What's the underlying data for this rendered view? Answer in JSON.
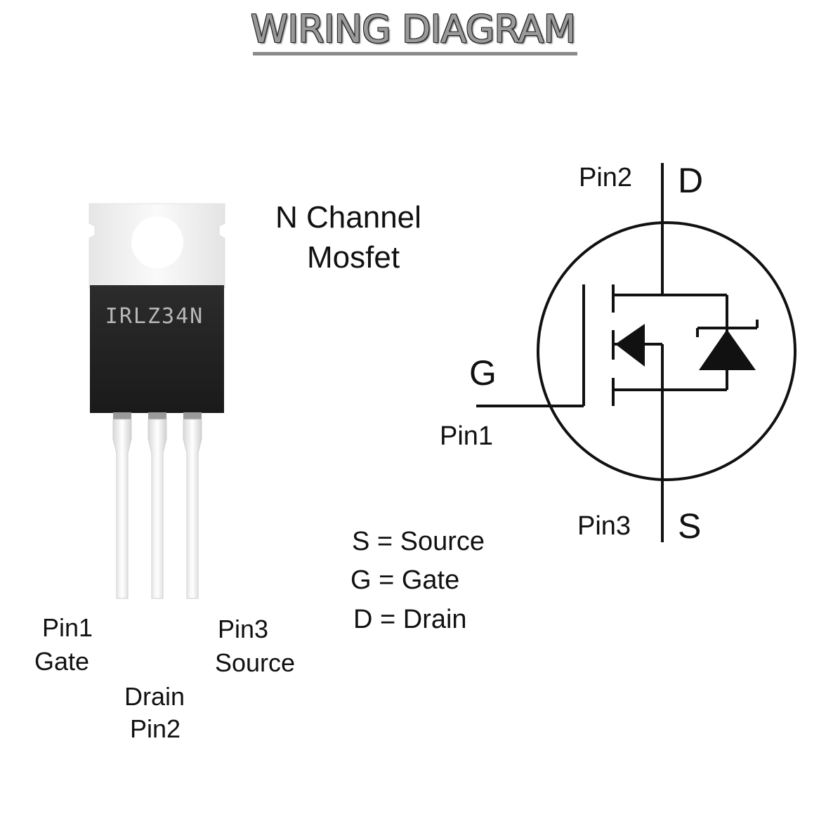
{
  "header": {
    "title": "WIRING DIAGRAM"
  },
  "component": {
    "part_number": "IRLZ34N",
    "type_line1": "N Channel",
    "type_line2": "Mosfet"
  },
  "package_pins": {
    "pin1_num": "Pin1",
    "pin1_name": "Gate",
    "pin2_name": "Drain",
    "pin2_num": "Pin2",
    "pin3_num": "Pin3",
    "pin3_name": "Source"
  },
  "legend": [
    "S = Source",
    "G = Gate",
    "D = Drain"
  ],
  "symbol": {
    "drain_pin": "Pin2",
    "drain_letter": "D",
    "gate_letter": "G",
    "gate_pin": "Pin1",
    "source_pin": "Pin3",
    "source_letter": "S"
  }
}
